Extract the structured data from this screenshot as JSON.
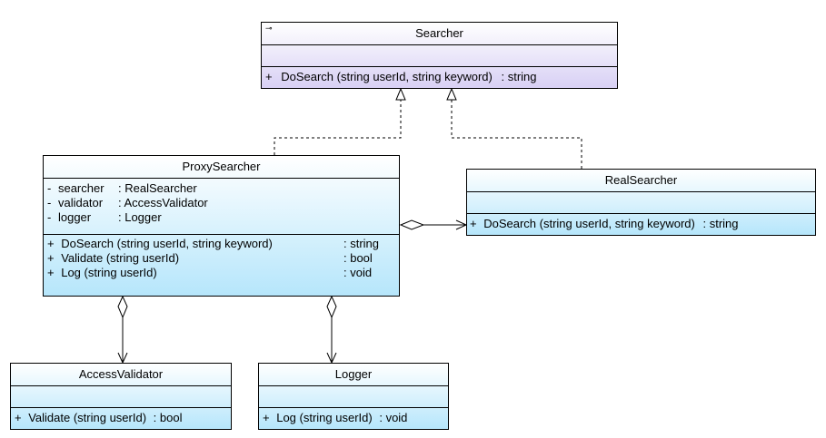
{
  "searcher": {
    "stereotype_icon": "interface-icon",
    "name": "Searcher",
    "operations": [
      {
        "vis": "+",
        "sig": "DoSearch (string userId, string keyword)",
        "type": ": string"
      }
    ]
  },
  "proxy": {
    "name": "ProxySearcher",
    "attributes": [
      {
        "vis": "-",
        "name": "searcher",
        "type": ": RealSearcher"
      },
      {
        "vis": "-",
        "name": "validator",
        "type": ": AccessValidator"
      },
      {
        "vis": "-",
        "name": "logger",
        "type": ": Logger"
      }
    ],
    "operations": [
      {
        "vis": "+",
        "sig": "DoSearch (string userId, string keyword)",
        "type": ": string"
      },
      {
        "vis": "+",
        "sig": "Validate (string userId)",
        "type": ": bool"
      },
      {
        "vis": "+",
        "sig": "Log (string userId)",
        "type": ": void"
      }
    ]
  },
  "real": {
    "name": "RealSearcher",
    "operations": [
      {
        "vis": "+",
        "sig": "DoSearch (string userId, string keyword)",
        "type": ": string"
      }
    ]
  },
  "validator": {
    "name": "AccessValidator",
    "operations": [
      {
        "vis": "+",
        "sig": "Validate (string userId)",
        "type": ": bool"
      }
    ]
  },
  "logger": {
    "name": "Logger",
    "operations": [
      {
        "vis": "+",
        "sig": "Log (string userId)",
        "type": ": void"
      }
    ]
  },
  "colors": {
    "interface_fill": "#d8d0f4",
    "class_fill": "#b6e6fb",
    "line": "#000000"
  }
}
